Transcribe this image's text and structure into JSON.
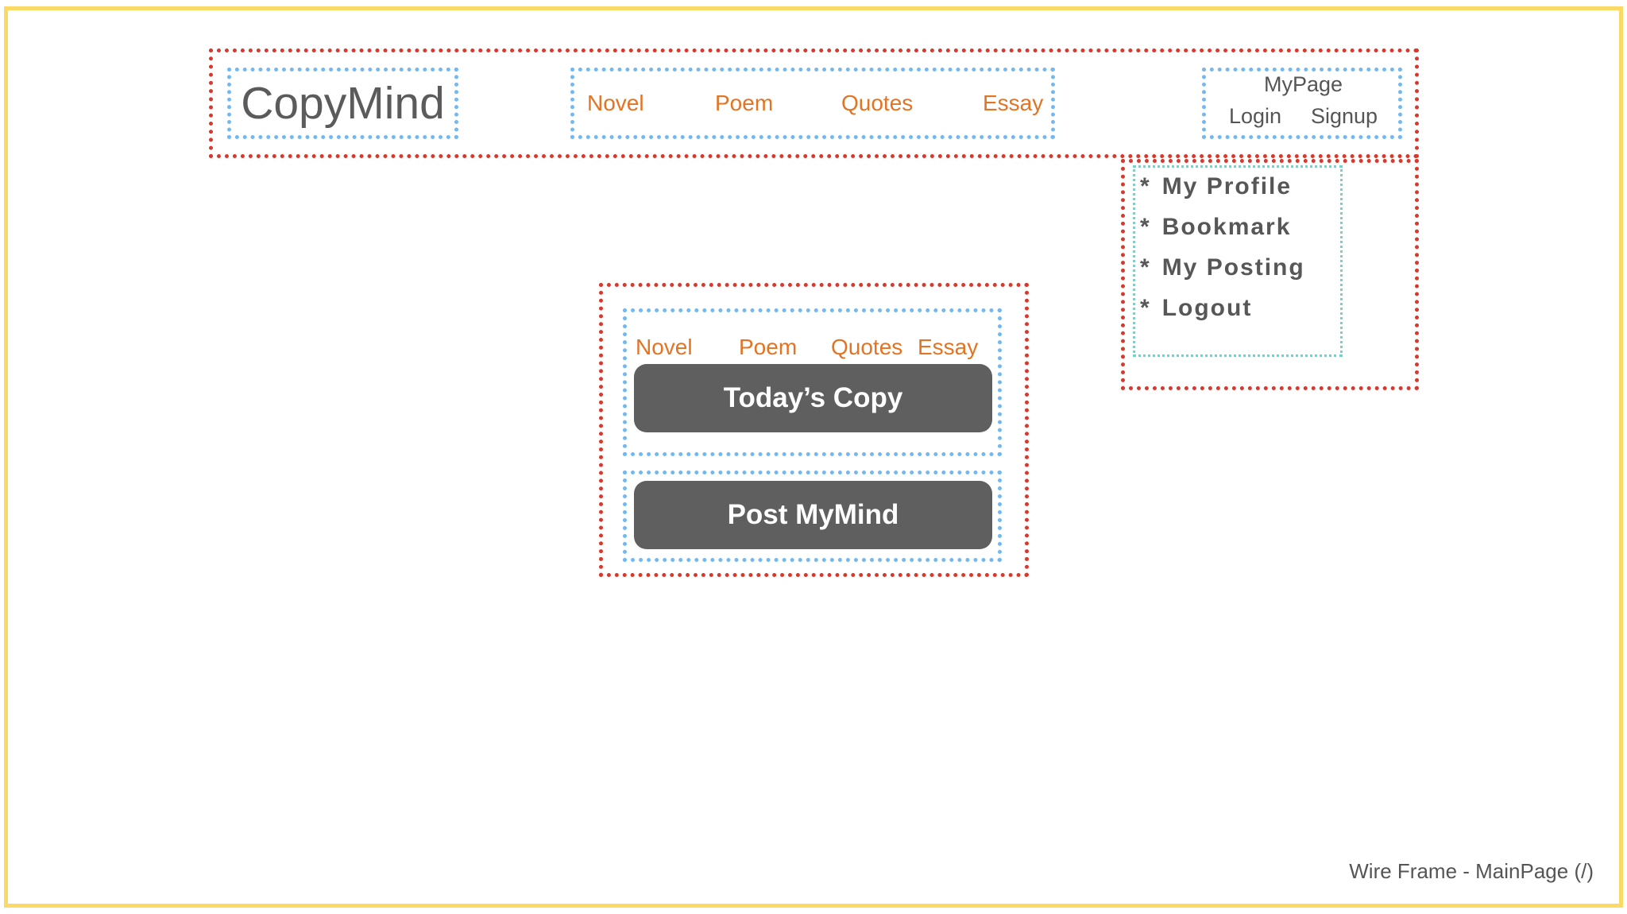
{
  "header": {
    "logo": "CopyMind",
    "nav": [
      "Novel",
      "Poem",
      "Quotes",
      "Essay"
    ],
    "mypage": "MyPage",
    "login": "Login",
    "signup": "Signup"
  },
  "dropdown": {
    "bullet": "*",
    "items": [
      "My Profile",
      "Bookmark",
      "My Posting",
      "Logout"
    ]
  },
  "main": {
    "tabs": [
      "Novel",
      "Poem",
      "Quotes",
      "Essay"
    ],
    "todays_copy": "Today’s Copy",
    "post_mymind": "Post MyMind"
  },
  "caption": "Wire Frame - MainPage (/)"
}
